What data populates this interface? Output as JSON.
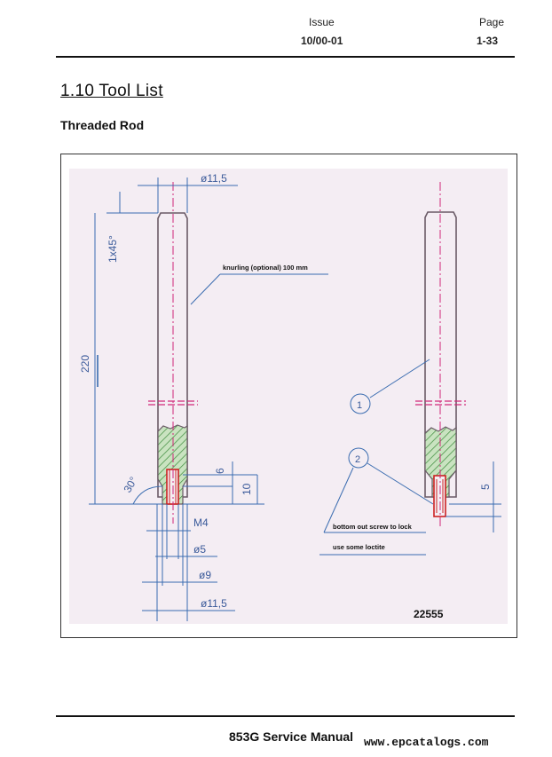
{
  "header": {
    "issue_label": "Issue",
    "issue_value": "10/00-01",
    "page_label": "Page",
    "page_value": "1-33"
  },
  "section": {
    "title": "1.10  Tool List",
    "subtitle": "Threaded Rod"
  },
  "drawing": {
    "dim_top_dia": "ø11,5",
    "dim_chamfer": "1x45°",
    "dim_length": "220",
    "dim_angle": "30°",
    "dim_6": "6",
    "dim_10": "10",
    "dim_m4": "M4",
    "dim_5_dia": "ø5",
    "dim_9_dia": "ø9",
    "dim_bottom_dia": "ø11,5",
    "note_knurling": "knurling (optional) 100 mm",
    "callout_1": "1",
    "callout_2": "2",
    "dim_5": "5",
    "note_bottom_out": "bottom out screw to lock",
    "note_loctite": "use some loctite",
    "drawing_number": "22555"
  },
  "footer": {
    "manual_title": "853G Service Manual",
    "url": "www.epcatalogs.com"
  }
}
